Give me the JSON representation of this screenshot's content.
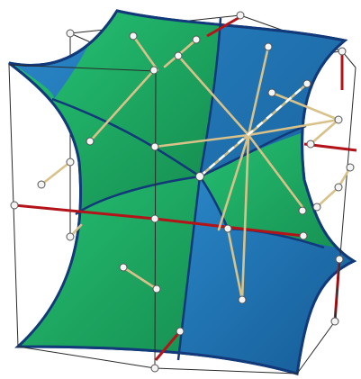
{
  "figure": {
    "colors": {
      "background": "#ffffff",
      "green_region": "#1fae63",
      "blue_region": "#1e73b4",
      "surface_edge": "#123a7a",
      "cube_edge": "#2a2a2a",
      "red_axis": "#b3141a",
      "rod": "#d8c28a",
      "node_fill": "#f4f4f4",
      "node_stroke": "#555555",
      "dashed_line": "#ffffff"
    },
    "elements": {
      "surface": "saddle-surface",
      "frame": "wireframe-cube",
      "axes": "red-axis-segments",
      "rods": "tan-rods",
      "nodes": "white-nodes",
      "center": "center-node"
    }
  }
}
